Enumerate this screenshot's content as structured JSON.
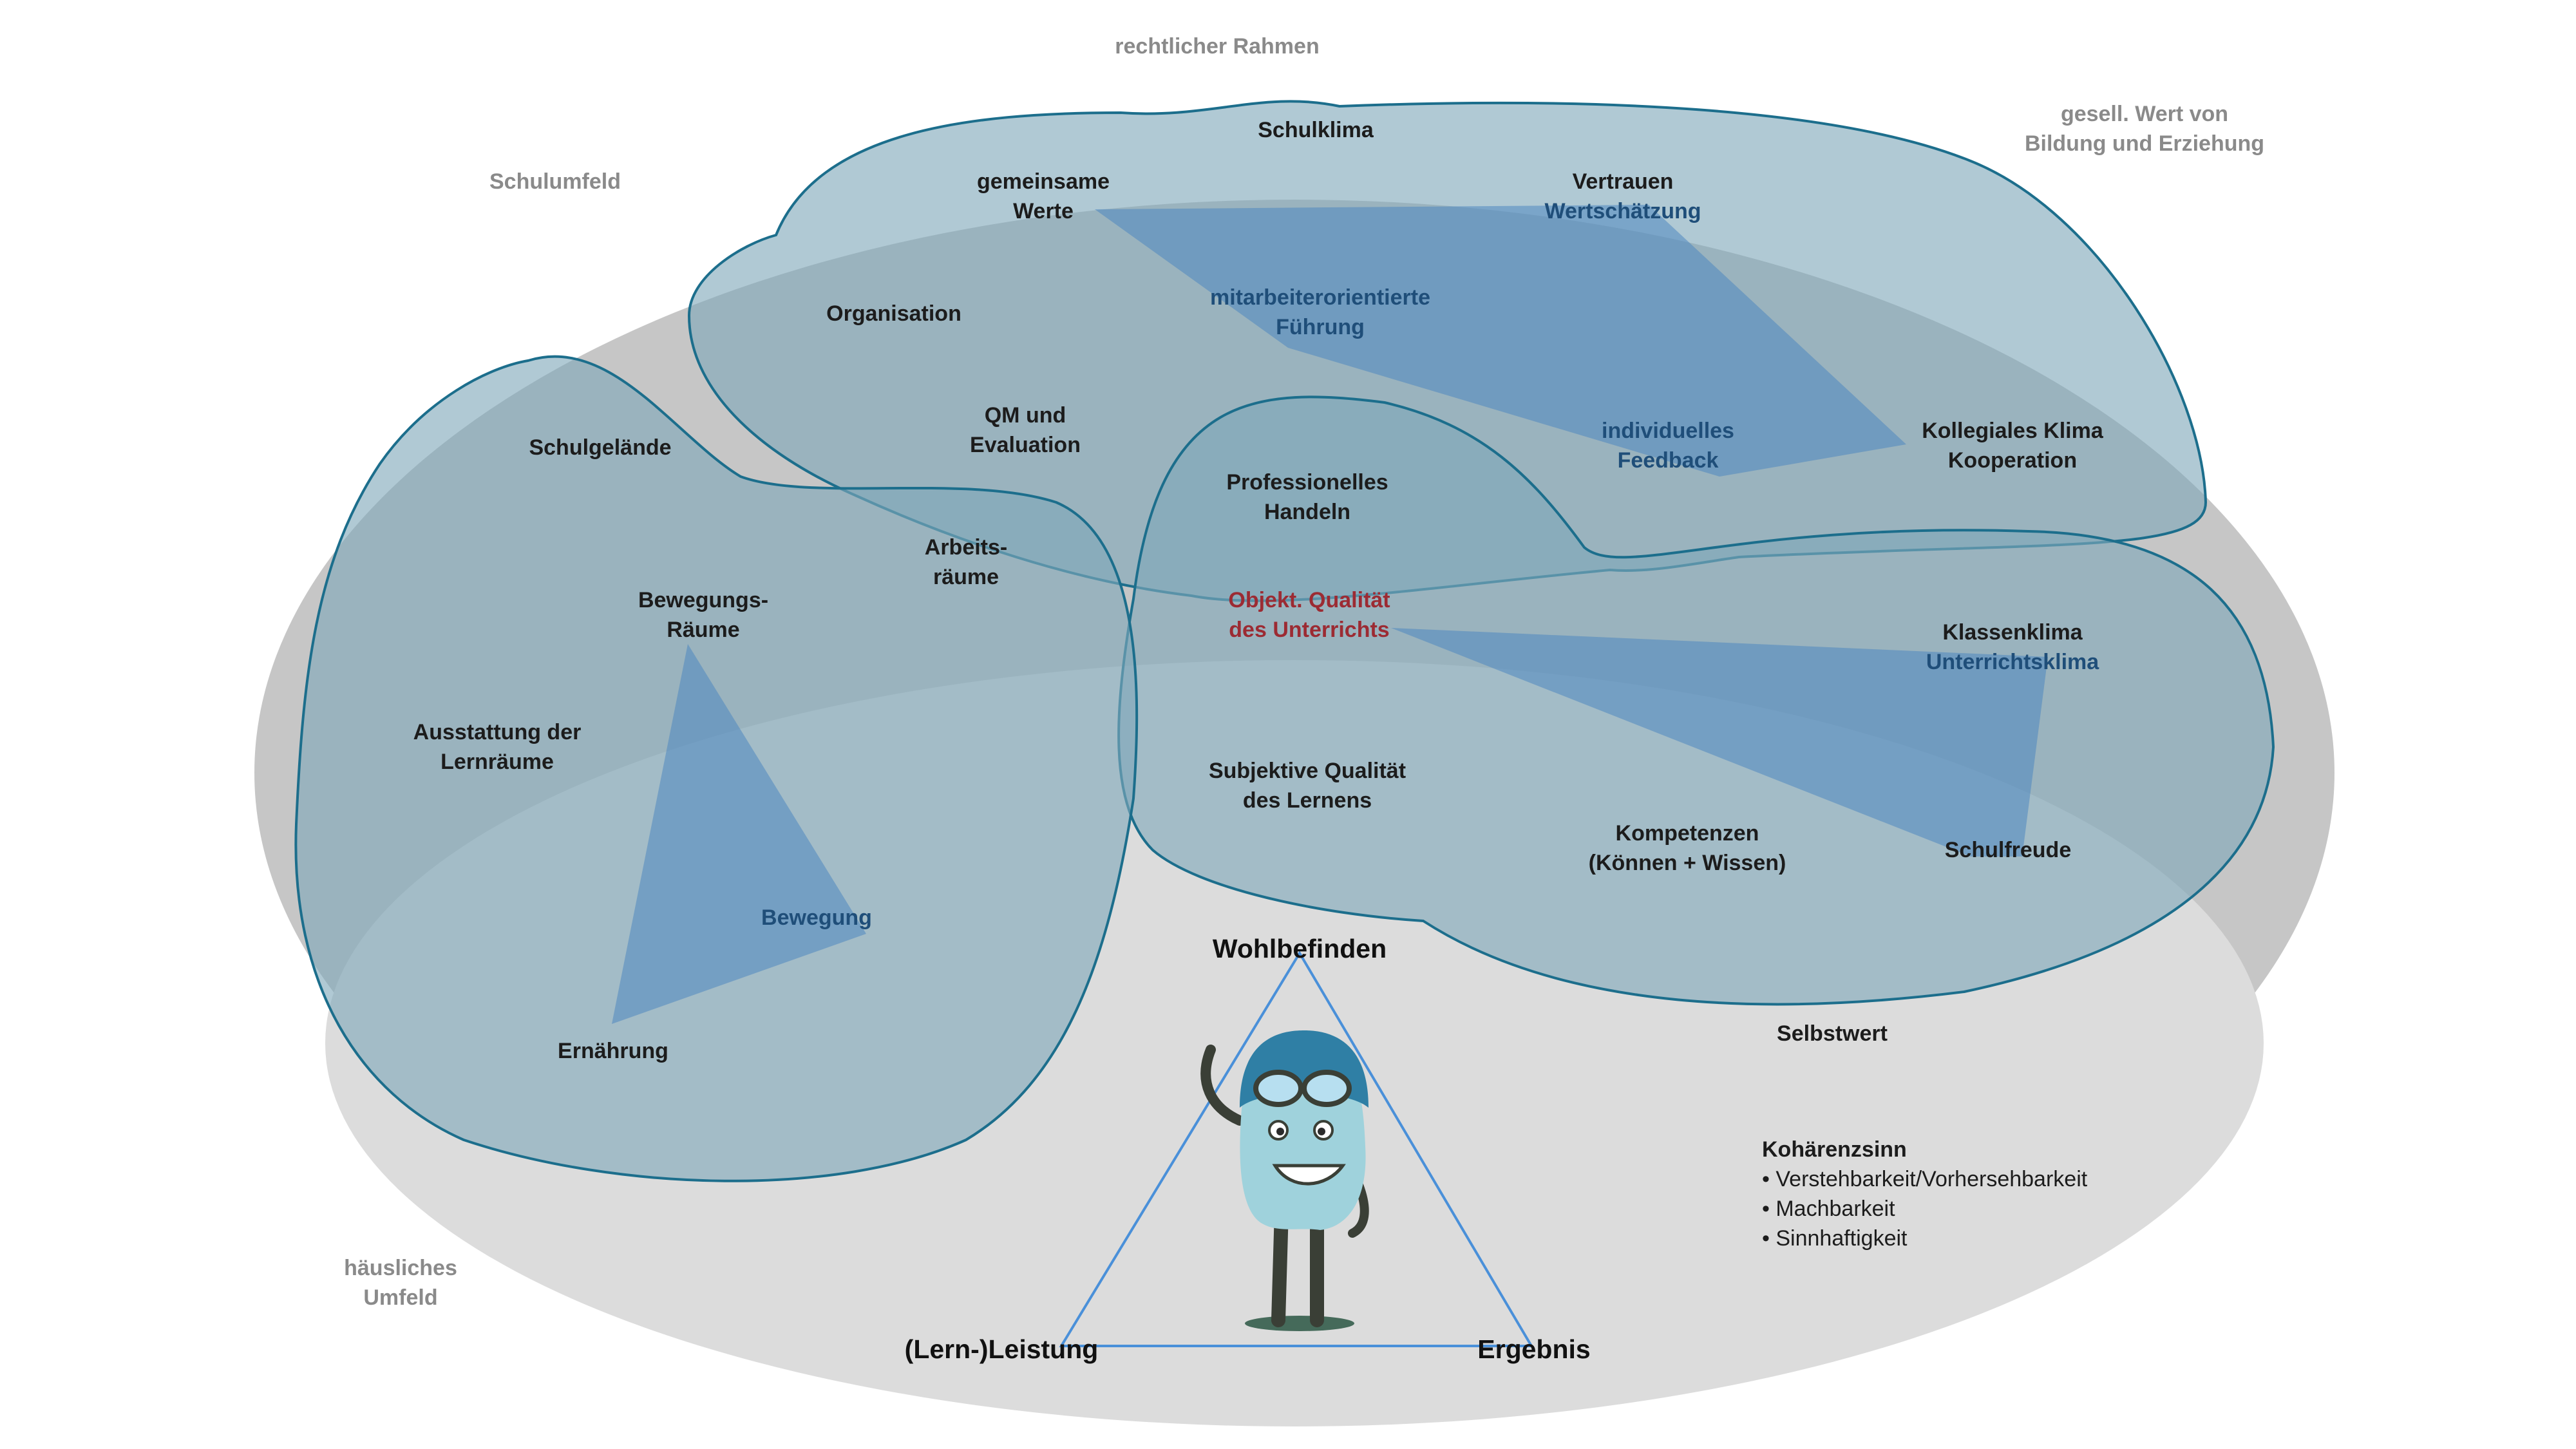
{
  "context": {
    "legal": "rechtlicher Rahmen",
    "social_value": [
      "gesell. Wert von",
      "Bildung und Erziehung"
    ],
    "school_env": "Schulumfeld",
    "home_env": [
      "häusliches",
      "Umfeld"
    ]
  },
  "climate": {
    "title": "Schulklima",
    "values": [
      "gemeinsame",
      "Werte"
    ],
    "trust": "Vertrauen",
    "appreciation": "Wertschätzung",
    "organisation": "Organisation",
    "leadership": [
      "mitarbeiterorientierte",
      "Führung"
    ],
    "qm": [
      "QM und",
      "Evaluation"
    ],
    "feedback": [
      "individuelles",
      "Feedback"
    ],
    "staff": [
      "Kollegiales Klima",
      "Kooperation"
    ]
  },
  "campus": {
    "grounds": "Schulgelände",
    "workrooms": [
      "Arbeits-",
      "räume"
    ],
    "movement_rooms": [
      "Bewegungs-",
      "Räume"
    ],
    "equipment": [
      "Ausstattung der",
      "Lernräume"
    ],
    "movement": "Bewegung",
    "nutrition": "Ernährung"
  },
  "teaching": {
    "professional": [
      "Professionelles",
      "Handeln"
    ],
    "objective": [
      "Objekt. Qualität",
      "des Unterrichts"
    ],
    "class_climate": "Klassenklima",
    "teaching_climate": "Unterrichtsklima",
    "subjective": [
      "Subjektive Qualität",
      "des Lernens"
    ],
    "competence": [
      "Kompetenzen",
      "(Können + Wissen)"
    ],
    "joy": "Schulfreude"
  },
  "outcome": {
    "wellbeing": "Wohlbefinden",
    "achievement": "(Lern-)Leistung",
    "result": "Ergebnis",
    "selfworth": "Selbstwert",
    "coherence_title": "Kohärenzsinn",
    "coherence_items": [
      "Verstehbarkeit/Vorhersehbarkeit",
      "Machbarkeit",
      "Sinnhaftigkeit"
    ]
  },
  "colors": {
    "outer_ellipse": "#c6c6c6",
    "inner_ellipse": "#dcdcdc",
    "region_fill": "#7fa8ba",
    "region_stroke": "#1c6e8c",
    "triangle_fill": "#4f86c0",
    "triangle_outline": "#4a90d9",
    "red_label": "#9c2b33",
    "blue_label": "#1f4e79",
    "context_label": "#8a8a8a"
  }
}
